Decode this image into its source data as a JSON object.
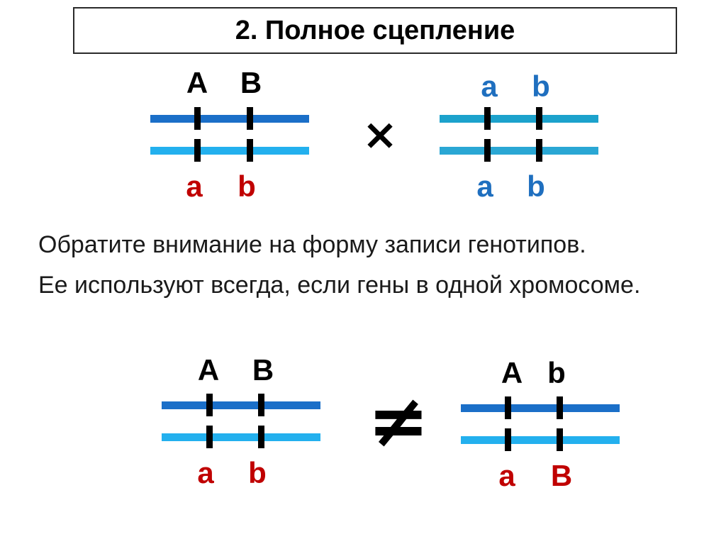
{
  "title": "2. Полное сцепление",
  "colors": {
    "black": "#000000",
    "red": "#c00000",
    "blue": "#1f6fbf",
    "bar_dark_blue": "#1b6fc8",
    "bar_light_blue": "#23b0ee",
    "bar_teal_top": "#1ca2cc",
    "bar_teal_bottom": "#2aa7d4"
  },
  "cross_symbol": "×",
  "not_equal_symbol": "≠",
  "diagrams": {
    "top_left": {
      "top_alleles": [
        "A",
        "B"
      ],
      "bottom_alleles": [
        "a",
        "b"
      ]
    },
    "top_right": {
      "top_alleles": [
        "a",
        "b"
      ],
      "bottom_alleles": [
        "a",
        "b"
      ]
    },
    "bottom_left": {
      "top_alleles": [
        "A",
        "B"
      ],
      "bottom_alleles": [
        "a",
        "b"
      ]
    },
    "bottom_right": {
      "top_alleles": [
        "A",
        "b"
      ],
      "bottom_alleles": [
        "a",
        "B"
      ]
    }
  },
  "notes": [
    "Обратите внимание на форму записи генотипов.",
    "Ее используют всегда, если гены в одной хромосоме."
  ]
}
